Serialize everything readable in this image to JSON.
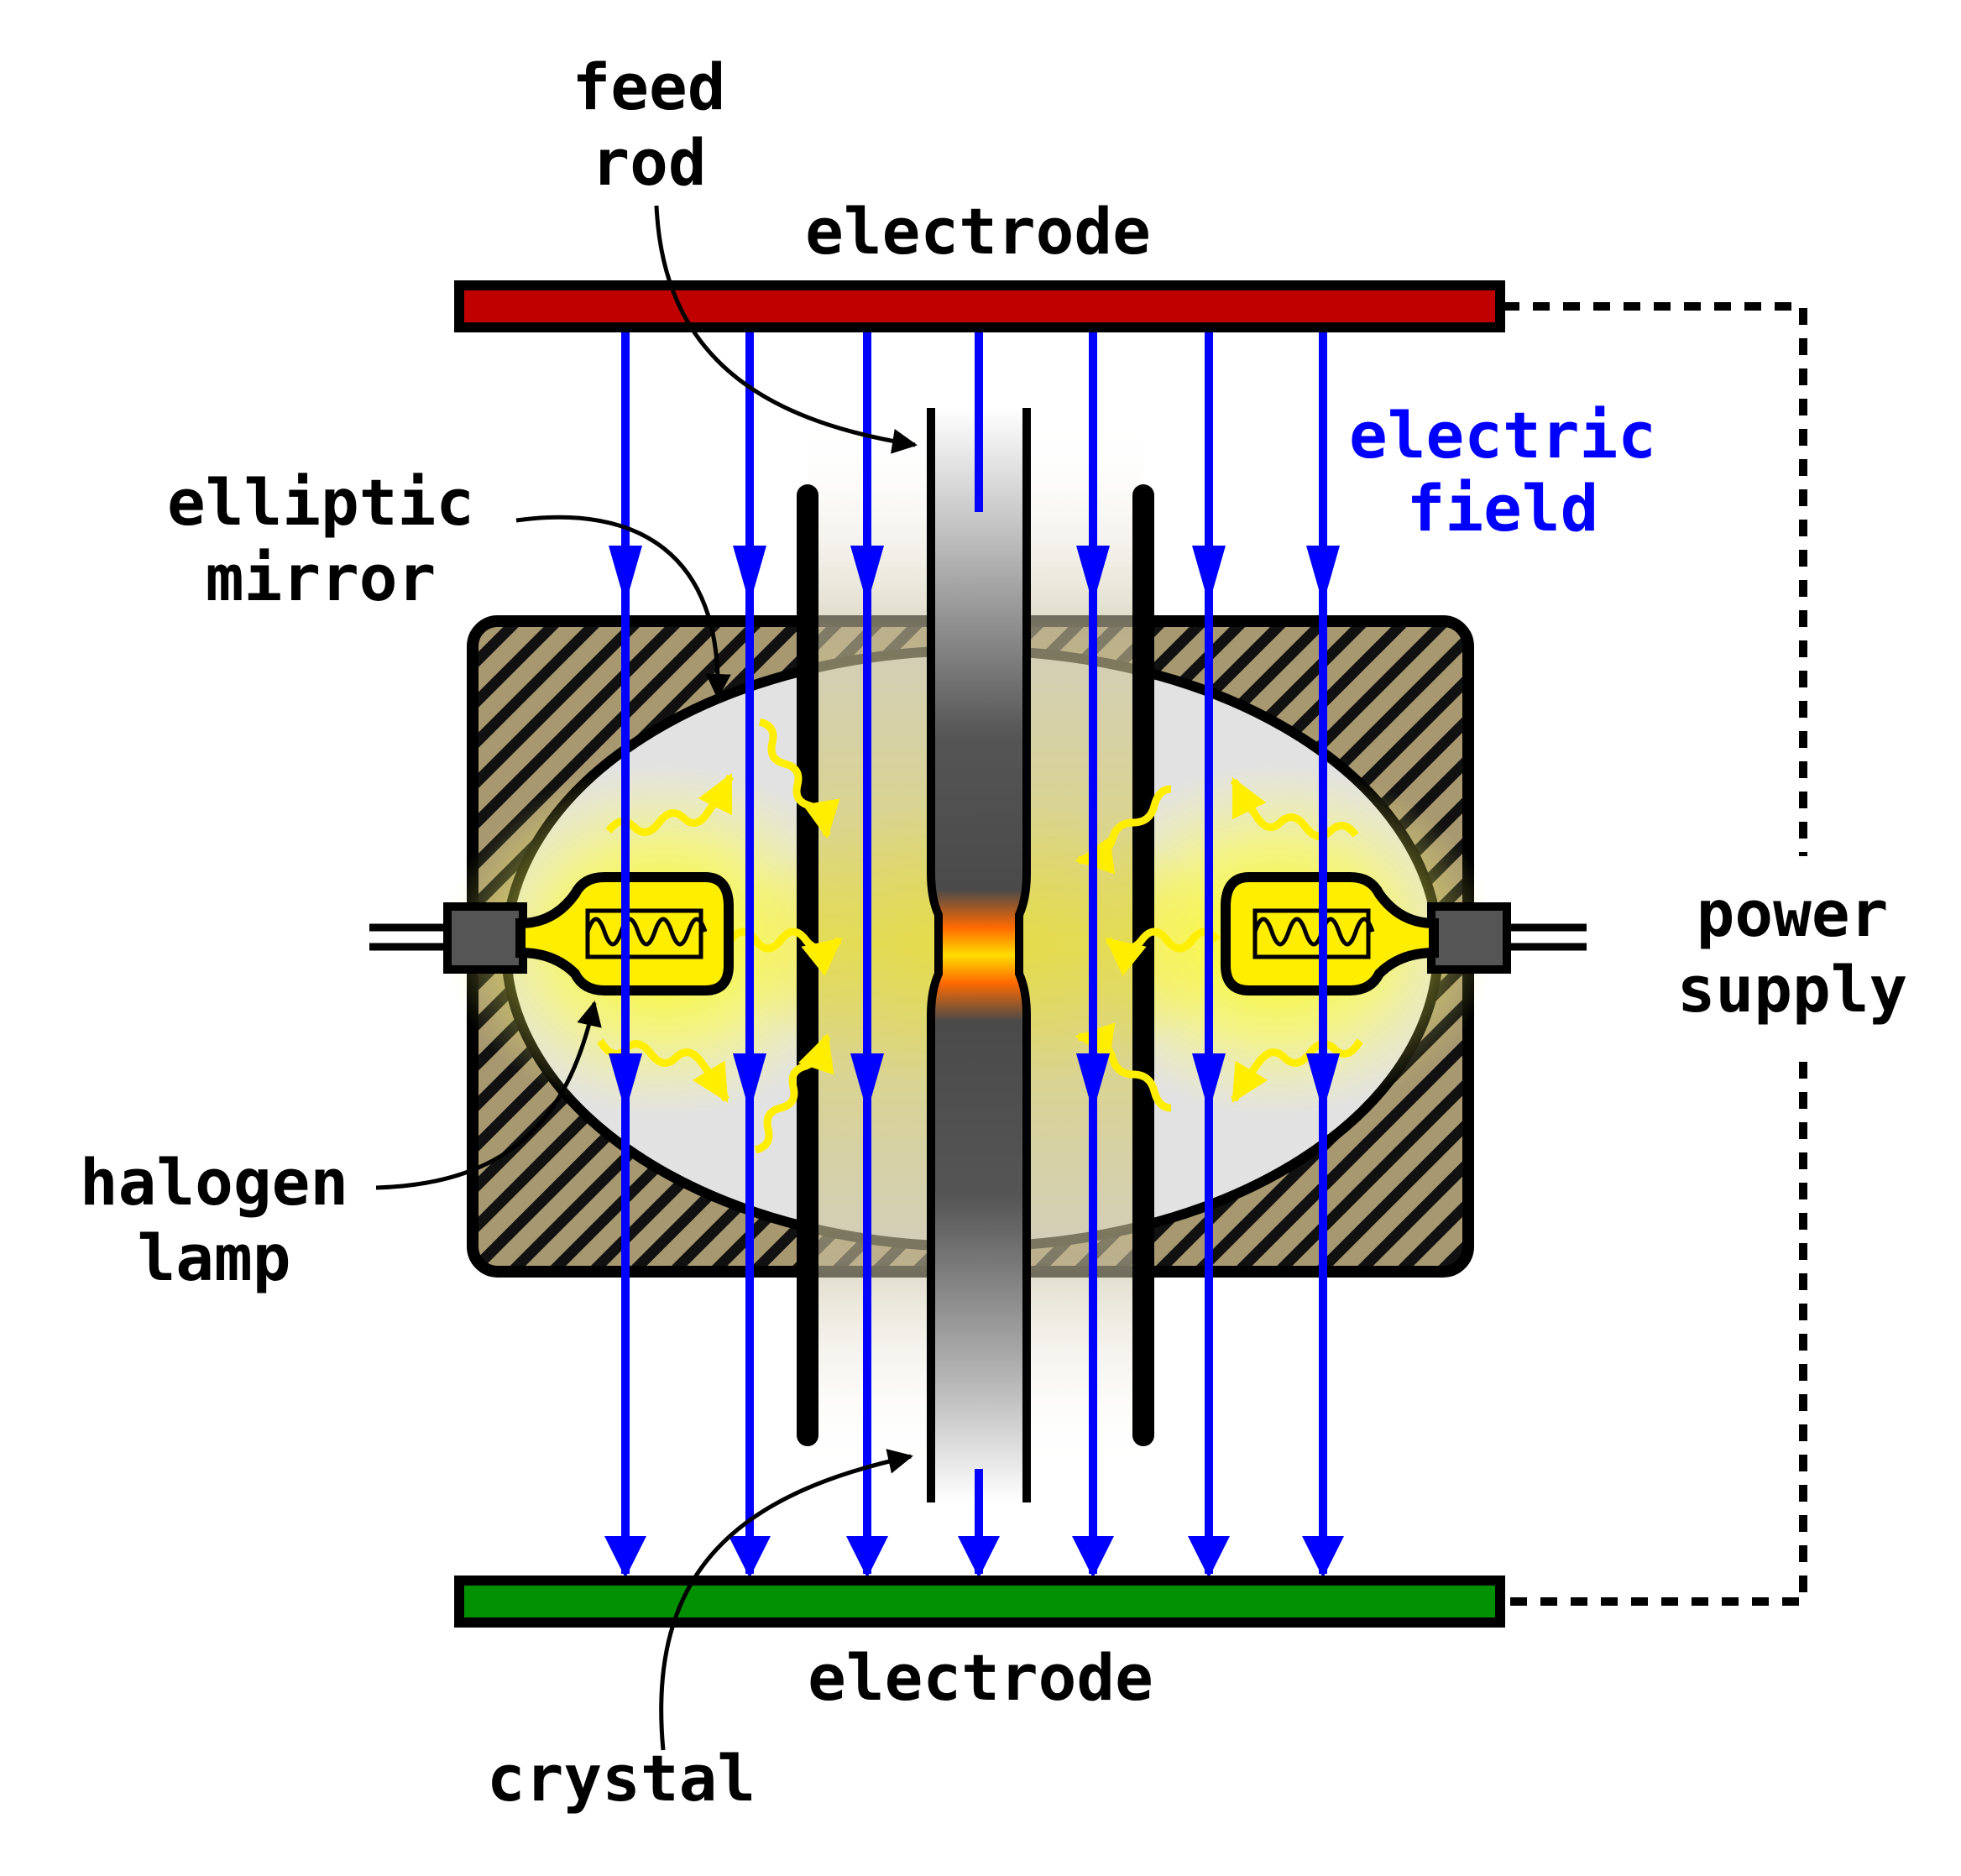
{
  "labels": {
    "feed_rod_1": "feed",
    "feed_rod_2": "rod",
    "electrode_top": "electrode",
    "electrode_bottom": "electrode",
    "electric_field_1": "electric",
    "electric_field_2": "field",
    "elliptic_mirror_1": "elliptic",
    "elliptic_mirror_2": "mirror",
    "halogen_lamp_1": "halogen",
    "halogen_lamp_2": "lamp",
    "power_supply_1": "power",
    "power_supply_2": "supply",
    "crystal": "crystal"
  },
  "colors": {
    "electrode_top": "#c00000",
    "electrode_bottom": "#009000",
    "field": "#0000ff",
    "light": "#ffee00",
    "housing": "#a89870",
    "mirror": "#e2e2e2",
    "rod": "#555555",
    "hot_zone": "#ff5500"
  }
}
